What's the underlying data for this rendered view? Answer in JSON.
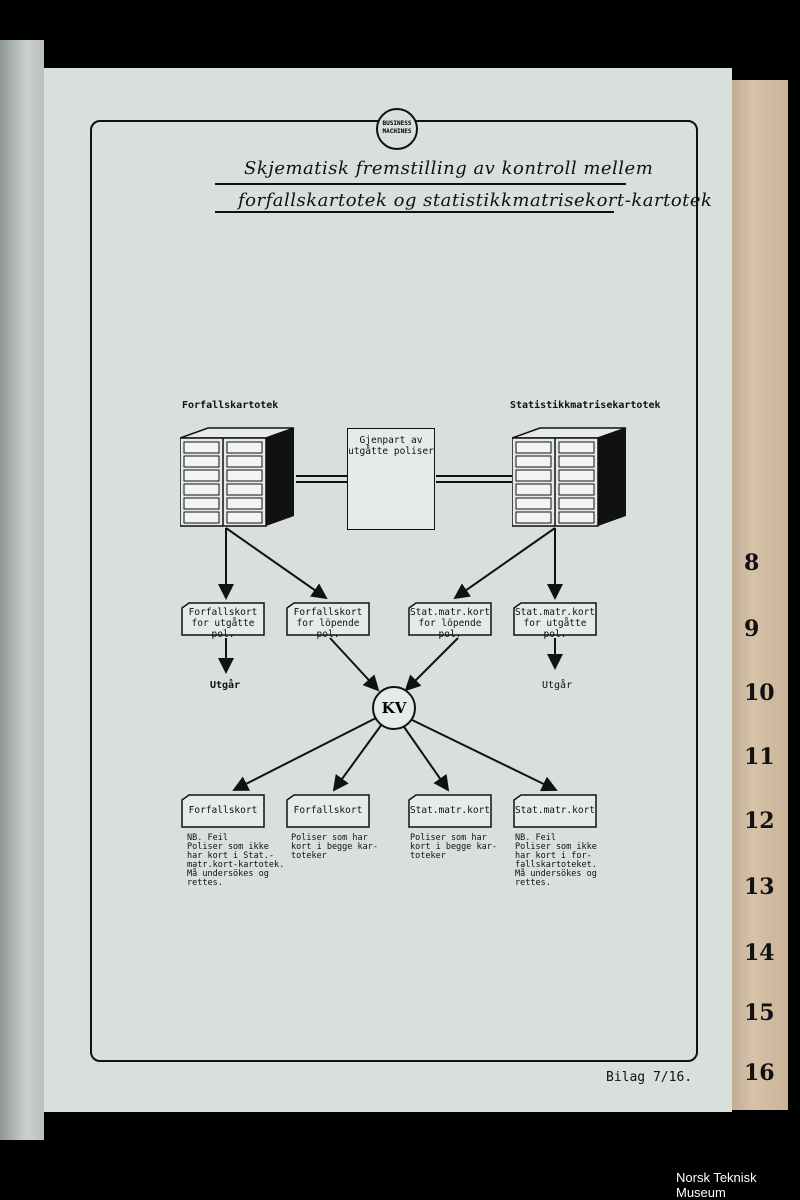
{
  "document": {
    "logo_text": "BUSINESS MACHINES",
    "title_line1": "Skjematisk fremstilling av kontroll mellem",
    "title_line2": "forfallskartotek og statistikkmatrisekort-kartotek",
    "footer": "Bilag 7/16.",
    "museum": "Norsk Teknisk Museum"
  },
  "diagram": {
    "left_cabinet_label": "Forfallskartotek",
    "right_cabinet_label": "Statistikkmatrisekartotek",
    "center_box": "Gjenpart av utgåtte poliser",
    "cards_top": [
      {
        "line1": "Forfallskort",
        "line2": "for utgåtte pol."
      },
      {
        "line1": "Forfallskort",
        "line2": "for löpende pol."
      },
      {
        "line1": "Stat.matr.kort",
        "line2": "for löpende pol."
      },
      {
        "line1": "Stat.matr.kort",
        "line2": "for utgåtte pol."
      }
    ],
    "utgar_left": "Utgår",
    "utgar_right": "Utgår",
    "kv": "KV",
    "cards_bottom": [
      "Forfallskort",
      "Forfallskort",
      "Stat.matr.kort",
      "Stat.matr.kort"
    ],
    "notes": [
      "NB. Feil\nPoliser som ikke\nhar kort i Stat.-\nmatr.kort-kartotek.\nMå undersökes og\nrettes.",
      "Poliser som har\nkort i begge kar-\ntoteker",
      "Poliser som har\nkort i begge kar-\ntoteker",
      "NB. Feil\nPoliser som ikke\nhar kort i for-\nfallskartoteket.\nMå undersökes og\nrettes."
    ]
  },
  "tabs": [
    "8",
    "9",
    "10",
    "11",
    "12",
    "13",
    "14",
    "15",
    "16"
  ]
}
